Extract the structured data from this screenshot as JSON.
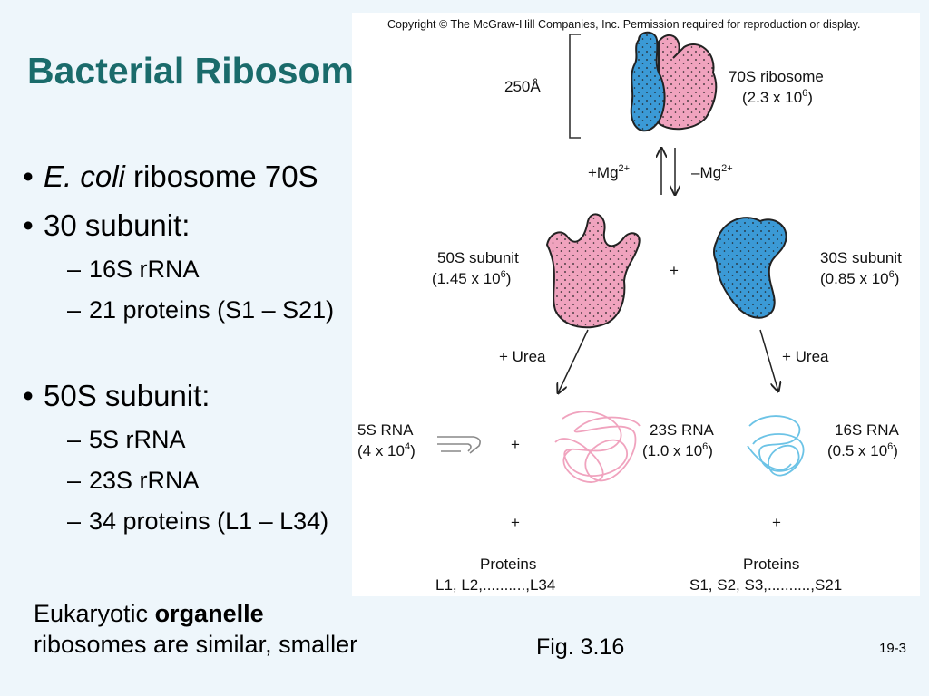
{
  "slide": {
    "title": "Bacterial Ribosome Composition",
    "bullets": [
      {
        "italic": "E. coli",
        "text": " ribosome 70S"
      },
      {
        "text": "30 subunit:"
      },
      {
        "text": "16S rRNA"
      },
      {
        "text": "21 proteins (S1 – S21)"
      },
      {
        "text": "50S subunit:"
      },
      {
        "text": "5S rRNA"
      },
      {
        "text": "23S rRNA"
      },
      {
        "text": "34 proteins (L1 – L34)"
      }
    ],
    "note": {
      "prefix": "Eukaryotic ",
      "bold": "organelle",
      "line2": "ribosomes are similar, smaller"
    },
    "fig_ref": "Fig. 3.16",
    "slide_number": "19-3"
  },
  "figure": {
    "copyright": "Copyright © The McGraw-Hill Companies, Inc. Permission required for reproduction or display.",
    "size_label": "250Å",
    "ribosome_70s": {
      "name": "70S ribosome",
      "mass_prefix": "(2.3 x 10",
      "mass_exp": "6",
      "mass_suffix": ")"
    },
    "plus_mg": "+Mg",
    "minus_mg": "–Mg",
    "mg_charge": "2+",
    "subunit_50s": {
      "name": "50S subunit",
      "mass_prefix": "(1.45 x 10",
      "mass_exp": "6",
      "mass_suffix": ")"
    },
    "subunit_30s": {
      "name": "30S subunit",
      "mass_prefix": "(0.85 x 10",
      "mass_exp": "6",
      "mass_suffix": ")"
    },
    "plus": "+",
    "urea_label": "+ Urea",
    "rna_5s": {
      "name": "5S RNA",
      "mass_prefix": "(4 x 10",
      "mass_exp": "4",
      "mass_suffix": ")"
    },
    "rna_23s": {
      "name": "23S RNA",
      "mass_prefix": "(1.0 x 10",
      "mass_exp": "6",
      "mass_suffix": ")"
    },
    "rna_16s": {
      "name": "16S RNA",
      "mass_prefix": "(0.5 x 10",
      "mass_exp": "6",
      "mass_suffix": ")"
    },
    "proteins_label": "Proteins",
    "proteins_left": "L1, L2,..........,L34",
    "proteins_right": "S1, S2, S3,..........,S21"
  },
  "colors": {
    "title": "#1a6b6b",
    "pink": "#f0a3be",
    "blue": "#3b9ad6",
    "background": "#eef6fb"
  }
}
